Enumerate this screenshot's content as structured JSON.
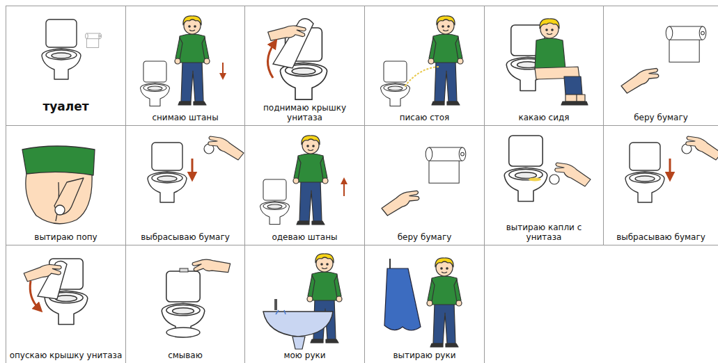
{
  "diagram": {
    "nodes": [
      {
        "text": [
          "туалет"
        ]
      },
      {
        "text": [
          "снимаю штаны"
        ]
      },
      {
        "text": [
          "поднимаю крышку унитаза"
        ]
      },
      {
        "text": [
          "писаю стоя"
        ]
      },
      {
        "text": [
          "какаю сидя"
        ]
      },
      {
        "text": [
          "беру бумагу"
        ]
      },
      {
        "text": [
          "вытираю попу"
        ]
      },
      {
        "text": [
          "выбрасываю бумагу"
        ]
      },
      {
        "text": [
          "одеваю штаны"
        ]
      },
      {
        "text": [
          "беру бумагу"
        ]
      },
      {
        "text": [
          "вытираю капли с унитаза"
        ]
      },
      {
        "text": [
          "выбрасываю бумагу"
        ]
      },
      {
        "text": [
          "опускаю крышку унитаза"
        ]
      },
      {
        "text": [
          "смываю"
        ]
      },
      {
        "text": [
          "мою руки"
        ]
      },
      {
        "text": [
          "вытираю руки"
        ]
      }
    ]
  }
}
